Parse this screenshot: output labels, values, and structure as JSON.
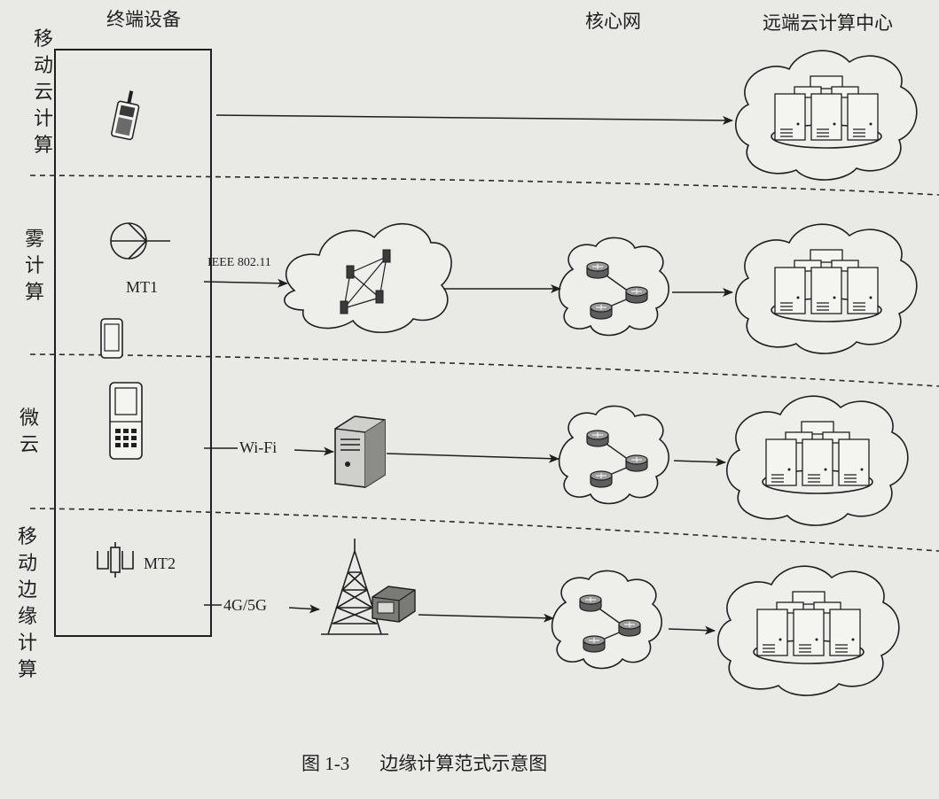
{
  "headers": {
    "terminal": "终端设备",
    "core": "核心网",
    "remote": "远端云计算中心"
  },
  "rows": [
    {
      "label": "移动云计算"
    },
    {
      "label": "雾计算",
      "device_label": "MT1",
      "link_label": "IEEE 802.11"
    },
    {
      "label": "微云",
      "link_label": "Wi-Fi"
    },
    {
      "label": "移动边缘计算",
      "device_label": "MT2",
      "link_label": "4G/5G"
    }
  ],
  "caption": {
    "number": "图 1-3",
    "text": "边缘计算范式示意图"
  },
  "colors": {
    "paper": "#e9e9e6",
    "ink": "#1f1f1f"
  },
  "icons": [
    "cell-phone-icon",
    "antenna-symbol-icon",
    "smartphone-icon",
    "flip-phone-icon",
    "terminal-symbol-icon",
    "fog-network-icon",
    "server-icon",
    "cell-tower-icon",
    "base-station-icon",
    "router-icon",
    "data-center-icon",
    "cloud-icon"
  ]
}
